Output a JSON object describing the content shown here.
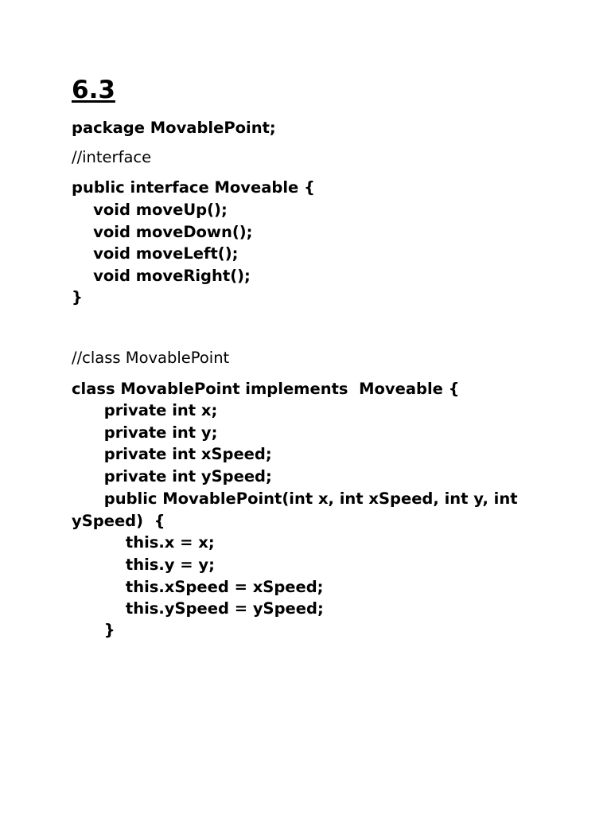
{
  "document": {
    "heading": "6.3",
    "lines": [
      {
        "text": "package MovablePoint;",
        "bold": true
      },
      {
        "text": "//interface",
        "bold": false
      },
      {
        "text": "public interface Moveable {",
        "bold": true
      },
      {
        "text": "    void moveUp();",
        "bold": true
      },
      {
        "text": "    void moveDown();",
        "bold": true
      },
      {
        "text": "    void moveLeft();",
        "bold": true
      },
      {
        "text": "    void moveRight();",
        "bold": true
      },
      {
        "text": "}",
        "bold": true
      },
      {
        "text": "//class MovablePoint",
        "bold": false
      },
      {
        "text": "class MovablePoint implements  Moveable {",
        "bold": true
      },
      {
        "text": "      private int x;",
        "bold": true
      },
      {
        "text": "      private int y;",
        "bold": true
      },
      {
        "text": "      private int xSpeed;",
        "bold": true
      },
      {
        "text": "      private int ySpeed;",
        "bold": true
      },
      {
        "text": "      public MovablePoint(int x, int xSpeed, int y, int",
        "bold": true
      },
      {
        "text": "ySpeed)  {",
        "bold": true
      },
      {
        "text": "          this.x = x;",
        "bold": true
      },
      {
        "text": "          this.y = y;",
        "bold": true
      },
      {
        "text": "          this.xSpeed = xSpeed;",
        "bold": true
      },
      {
        "text": "          this.ySpeed = ySpeed;",
        "bold": true
      },
      {
        "text": "      }",
        "bold": true
      }
    ]
  }
}
